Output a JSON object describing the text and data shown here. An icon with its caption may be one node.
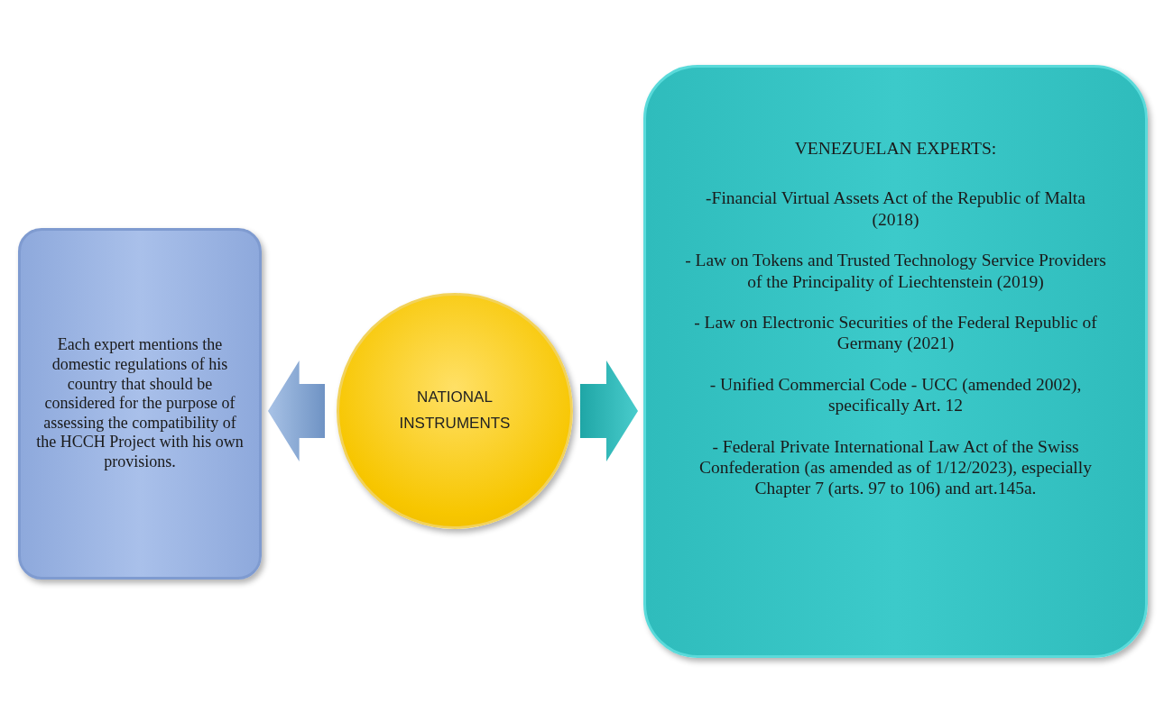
{
  "diagram": {
    "nodes": [
      {
        "text": [
          "Each expert mentions the domestic regulations of his country that should be considered for the purpose of assessing the compatibility of the HCCH Project with his own provisions."
        ]
      },
      {
        "text": [
          "NATIONAL INSTRUMENTS"
        ]
      },
      {
        "text": [
          "VENEZUELAN EXPERTS:",
          "-Financial Virtual Assets Act of the Republic of Malta (2018)",
          "- Law on Tokens and Trusted Technology Service Providers of the Principality of Liechtenstein (2019)",
          "- Law on Electronic Securities of the Federal Republic of Germany (2021)",
          "- Unified Commercial Code - UCC (amended 2002), specifically Art. 12",
          "- Federal Private International Law Act of the Swiss Confederation (as amended as of 1/12/2023), especially Chapter 7 (arts. 97 to 106) and art.145a."
        ]
      }
    ],
    "edges": [
      {
        "from": 1,
        "to": 0,
        "arrow": "to"
      },
      {
        "from": 1,
        "to": 2,
        "arrow": "to"
      }
    ]
  }
}
